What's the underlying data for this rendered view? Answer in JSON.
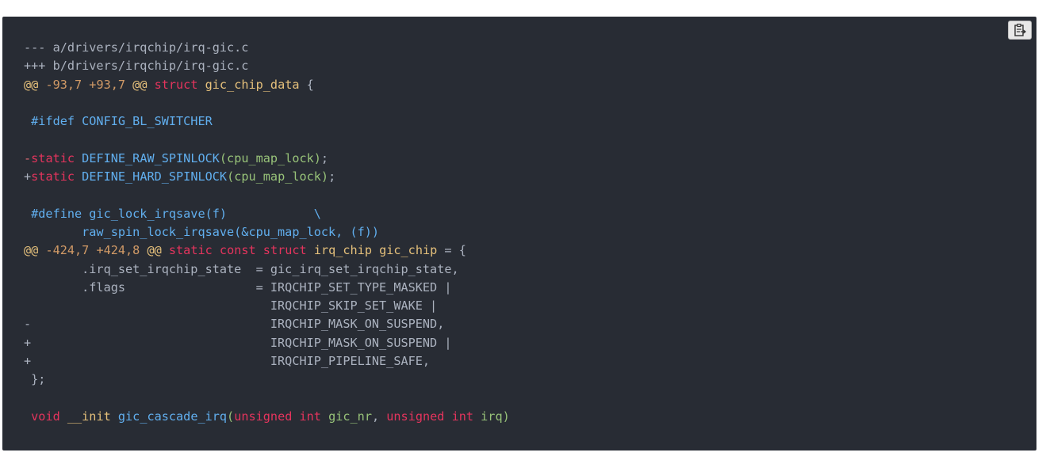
{
  "copy_button": {
    "icon": "clipboard-icon"
  },
  "colors": {
    "background": "#282c34",
    "default": "#abb2bf",
    "meta": "#e5c07b",
    "number": "#d19a66",
    "keyword": "#e5345d",
    "blue": "#61afef",
    "green": "#98c379"
  },
  "lines": [
    [
      {
        "t": "--- a/drivers/irqchip/irq-gic.c",
        "c": "default"
      }
    ],
    [
      {
        "t": "+++ b/drivers/irqchip/irq-gic.c",
        "c": "default"
      }
    ],
    [
      {
        "t": "@@ ",
        "c": "meta"
      },
      {
        "t": "-93,7 +93,7",
        "c": "number"
      },
      {
        "t": " @@ ",
        "c": "meta"
      },
      {
        "t": "struct",
        "c": "keyword"
      },
      {
        "t": " gic_chip_data",
        "c": "type"
      },
      {
        "t": " {",
        "c": "default"
      }
    ],
    [
      {
        "t": "",
        "c": "default"
      }
    ],
    [
      {
        "t": " #ifdef CONFIG_BL_SWITCHER",
        "c": "prep"
      }
    ],
    [
      {
        "t": "",
        "c": "default"
      }
    ],
    [
      {
        "t": "-",
        "c": "del"
      },
      {
        "t": "static",
        "c": "keyword"
      },
      {
        "t": " DEFINE_RAW_SPINLOCK",
        "c": "blue"
      },
      {
        "t": "(cpu_map_lock)",
        "c": "green"
      },
      {
        "t": ";",
        "c": "default"
      }
    ],
    [
      {
        "t": "+",
        "c": "add"
      },
      {
        "t": "static",
        "c": "keyword"
      },
      {
        "t": " DEFINE_HARD_SPINLOCK",
        "c": "blue"
      },
      {
        "t": "(cpu_map_lock)",
        "c": "green"
      },
      {
        "t": ";",
        "c": "default"
      }
    ],
    [
      {
        "t": "",
        "c": "default"
      }
    ],
    [
      {
        "t": " #define gic_lock_irqsave(f)            \\",
        "c": "prep"
      }
    ],
    [
      {
        "t": "        raw_spin_lock_irqsave(&cpu_map_lock, (f))",
        "c": "prep"
      }
    ],
    [
      {
        "t": "@@ ",
        "c": "meta"
      },
      {
        "t": "-424,7 +424,8",
        "c": "number"
      },
      {
        "t": " @@ ",
        "c": "meta"
      },
      {
        "t": "static",
        "c": "keyword"
      },
      {
        "t": " ",
        "c": "default"
      },
      {
        "t": "const",
        "c": "keyword"
      },
      {
        "t": " ",
        "c": "default"
      },
      {
        "t": "struct",
        "c": "keyword"
      },
      {
        "t": " irq_chip gic_chip",
        "c": "type"
      },
      {
        "t": " = {",
        "c": "default"
      }
    ],
    [
      {
        "t": "        .irq_set_irqchip_state  = gic_irq_set_irqchip_state,",
        "c": "default"
      }
    ],
    [
      {
        "t": "        .flags                  = IRQCHIP_SET_TYPE_MASKED |",
        "c": "default"
      }
    ],
    [
      {
        "t": "                                  IRQCHIP_SKIP_SET_WAKE |",
        "c": "default"
      }
    ],
    [
      {
        "t": "-                                 IRQCHIP_MASK_ON_SUSPEND,",
        "c": "default"
      }
    ],
    [
      {
        "t": "+                                 IRQCHIP_MASK_ON_SUSPEND |",
        "c": "default"
      }
    ],
    [
      {
        "t": "+                                 IRQCHIP_PIPELINE_SAFE,",
        "c": "default"
      }
    ],
    [
      {
        "t": " };",
        "c": "default"
      }
    ],
    [
      {
        "t": "",
        "c": "default"
      }
    ],
    [
      {
        "t": " ",
        "c": "default"
      },
      {
        "t": "void",
        "c": "keyword"
      },
      {
        "t": " __init ",
        "c": "meta"
      },
      {
        "t": "gic_cascade_irq",
        "c": "fn"
      },
      {
        "t": "(",
        "c": "green"
      },
      {
        "t": "unsigned",
        "c": "keyword"
      },
      {
        "t": " ",
        "c": "default"
      },
      {
        "t": "int",
        "c": "keyword"
      },
      {
        "t": " gic_nr",
        "c": "green"
      },
      {
        "t": ", ",
        "c": "default"
      },
      {
        "t": "unsigned",
        "c": "keyword"
      },
      {
        "t": " ",
        "c": "default"
      },
      {
        "t": "int",
        "c": "keyword"
      },
      {
        "t": " irq)",
        "c": "green"
      }
    ]
  ]
}
